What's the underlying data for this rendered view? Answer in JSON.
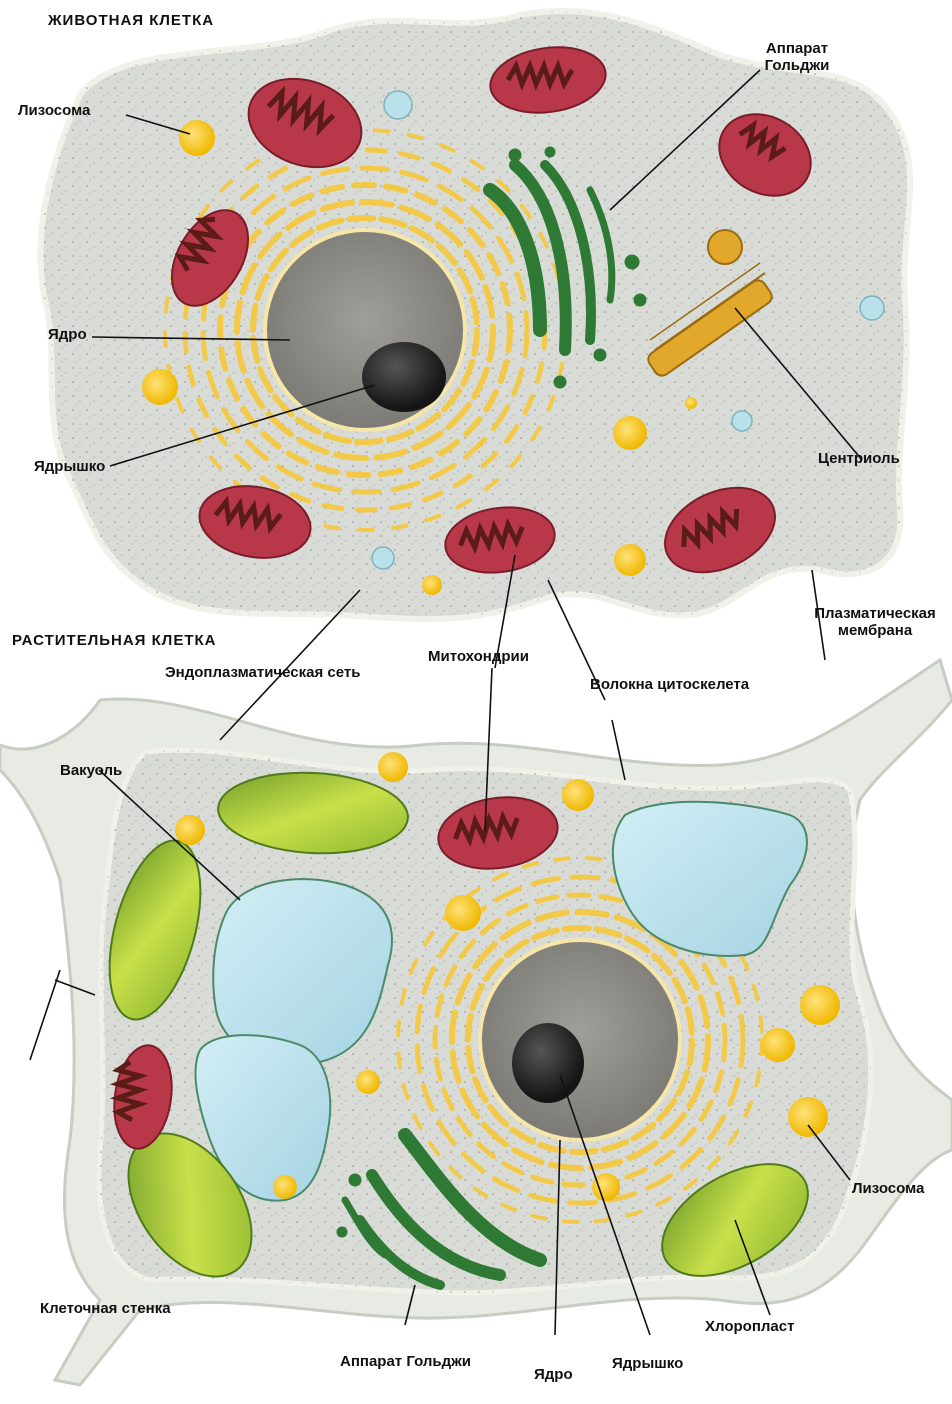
{
  "animal": {
    "title": "ЖИВОТНАЯ КЛЕТКА",
    "labels": {
      "lysosome": "Лизосома",
      "golgi_line1": "Аппарат",
      "golgi_line2": "Гольджи",
      "nucleus": "Ядро",
      "nucleolus": "Ядрышко",
      "centriole": "Центриоль",
      "membrane_line1": "Плазматическая",
      "membrane_line2": "мембрана"
    }
  },
  "plant": {
    "title": "РАСТИТЕЛЬНАЯ КЛЕТКА",
    "labels": {
      "er": "Эндоплазматическая сеть",
      "mitochondria": "Митохондрии",
      "cytoskeleton": "Волокна цитоскелета",
      "vacuole": "Вакуоль",
      "lysosome": "Лизосома",
      "cell_wall": "Клеточная стенка",
      "chloroplast": "Хлоропласт",
      "golgi": "Аппарат Гольджи",
      "nucleus": "Ядро",
      "nucleolus": "Ядрышко"
    }
  },
  "colors": {
    "cytoplasm": "#d9dcd6",
    "cell_wall": "#e8ebe3",
    "er": "#f3c94a",
    "mitochondrion": "#b8384a",
    "mito_inner": "#5a1c14",
    "golgi": "#2e7a34",
    "nucleus": "#8f8d88",
    "nucleolus": "#2a2a2a",
    "lysosome": "#f6c51c",
    "vesicle": "#b9e1ea",
    "vacuole": "#b3dbe8",
    "chloroplast": "#a5c93a",
    "centriole": "#e2a82c"
  }
}
